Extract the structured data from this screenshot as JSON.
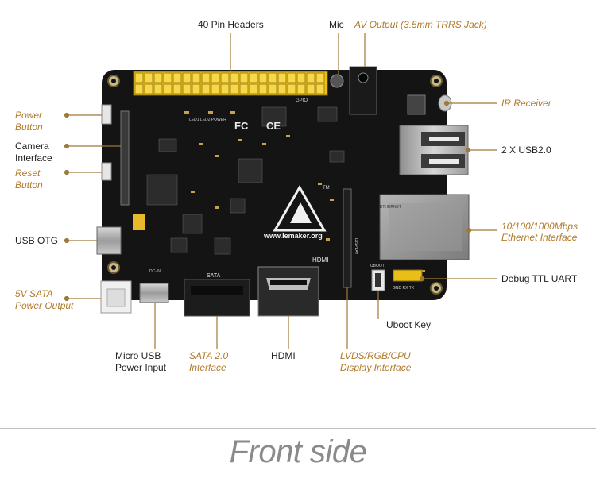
{
  "callouts": {
    "pin_headers": "40 Pin Headers",
    "mic": "Mic",
    "av_output": "AV Output (3.5mm TRRS Jack)",
    "ir_receiver": "IR Receiver",
    "usb2": "2 X USB2.0",
    "ethernet_1": "10/100/1000Mbps",
    "ethernet_2": "Ethernet  Interface",
    "debug_uart": "Debug TTL UART",
    "uboot_key": "Uboot Key",
    "lvds_1": "LVDS/RGB/CPU",
    "lvds_2": "Display Interface",
    "hdmi": "HDMI",
    "sata_1": "SATA 2.0",
    "sata_2": "Interface",
    "micro_usb_1": "Micro USB",
    "micro_usb_2": "Power Input",
    "sata_power_1": "5V SATA",
    "sata_power_2": "Power Output",
    "usb_otg": "USB OTG",
    "reset_1": "Reset",
    "reset_2": "Button",
    "camera_1": "Camera",
    "camera_2": "Interface",
    "power_1": "Power",
    "power_2": "Button"
  },
  "board": {
    "website": "www.lemaker.org",
    "hdmi_silk": "HDMI",
    "sata_silk": "SATA",
    "tm": "TM",
    "gpio": "GPIO",
    "leds": "LED1  LED2  POWER",
    "display_silk": "DISPLAY",
    "ethernet_silk": "ETHERNET",
    "uart_silk": "GND  RX  TX",
    "uboot_silk": "UBOOT",
    "dc_silk": "DC-IN"
  },
  "footer": "Front side",
  "colors": {
    "accent": "#b07a2a",
    "board": "#141414",
    "header_pins": "#f2cc22",
    "leader": "#a07838"
  }
}
